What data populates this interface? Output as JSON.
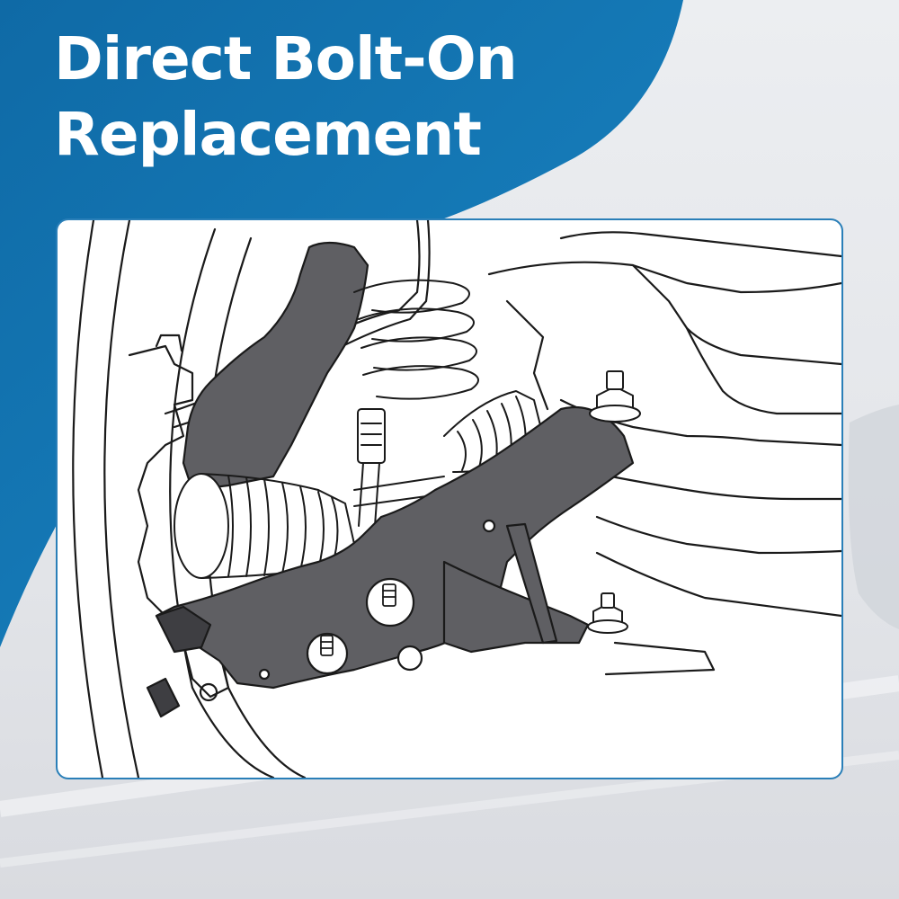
{
  "headline": {
    "line1": "Direct Bolt-On",
    "line2": "Replacement"
  },
  "colors": {
    "brand_blue": "#1678b3",
    "brand_blue_dark": "#0d5f93",
    "background_light": "#e6e8ec",
    "panel_border": "#2a7fb8",
    "part_fill": "#5f5f63",
    "line_art": "#1a1a1a"
  },
  "illustration": {
    "subject": "lower-control-arm",
    "highlighted_part": "control-arm"
  }
}
